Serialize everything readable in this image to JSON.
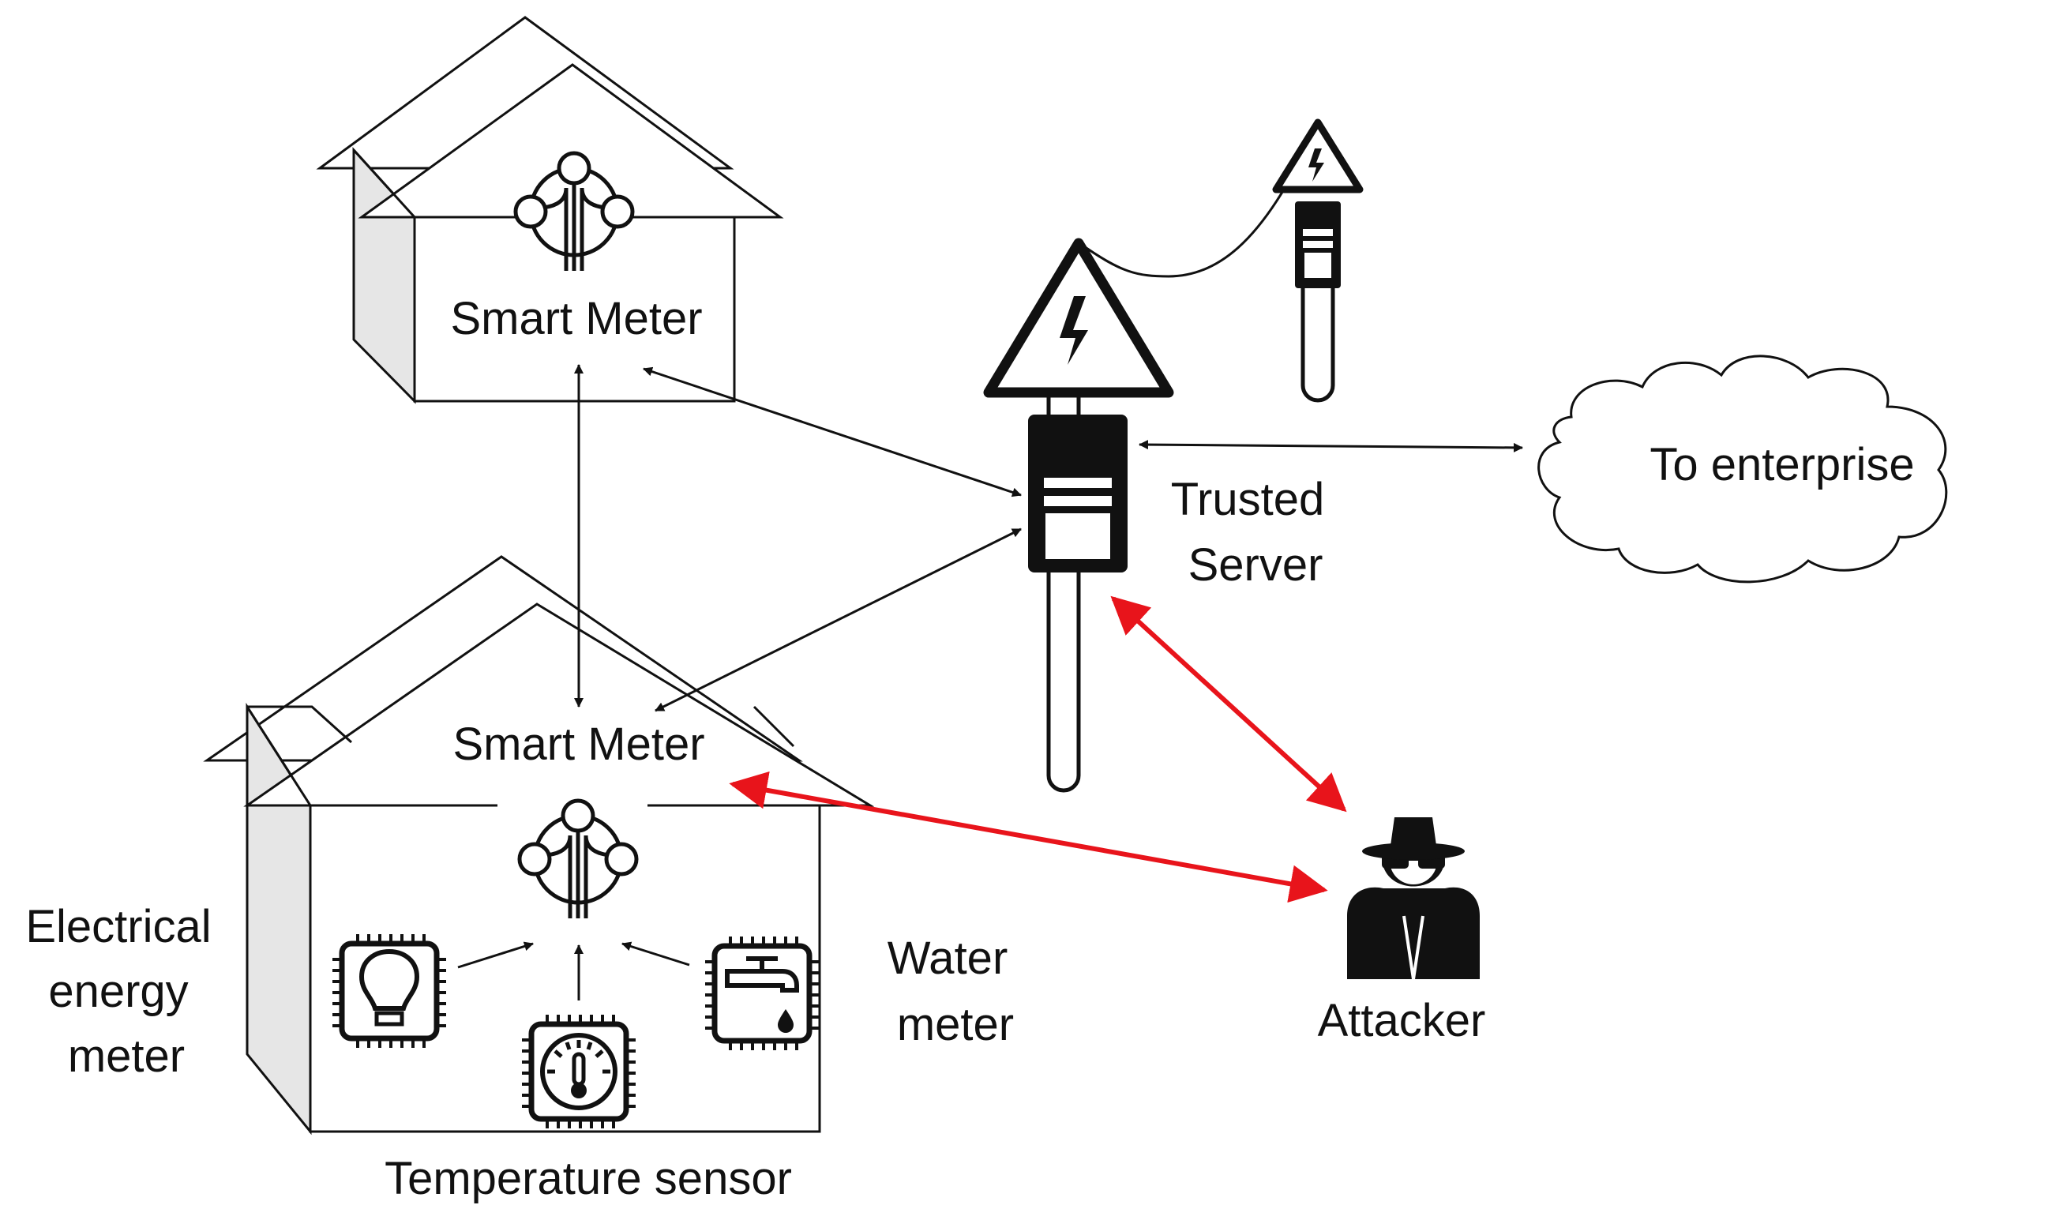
{
  "labels": {
    "smart_meter_top": "Smart Meter",
    "smart_meter_bottom": "Smart Meter",
    "trusted_server_line1": "Trusted",
    "trusted_server_line2": "Server",
    "enterprise": "To enterprise",
    "attacker": "Attacker",
    "electrical_line1": "Electrical",
    "electrical_line2": "energy",
    "electrical_line3": "meter",
    "water_line1": "Water",
    "water_line2": "meter",
    "temperature": "Temperature sensor"
  },
  "colors": {
    "line": "#111111",
    "attack": "#e8141b",
    "house_side": "#e6e6e6",
    "background": "#ffffff"
  },
  "icons": {
    "smart_meter_top": "circuit-tree-icon",
    "smart_meter_bottom": "circuit-tree-icon",
    "electrical_meter": "lightbulb-chip-icon",
    "temperature_sensor": "thermometer-gauge-chip-icon",
    "water_meter": "water-tap-chip-icon",
    "trusted_server": "high-voltage-server-icon",
    "attacker": "spy-icon",
    "enterprise": "cloud-icon"
  }
}
